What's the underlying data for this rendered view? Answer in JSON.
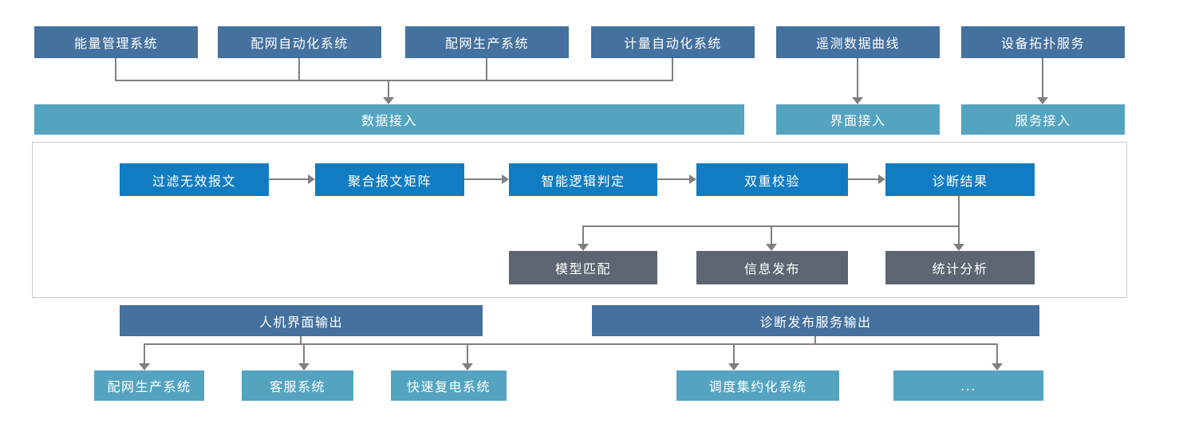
{
  "colors": {
    "source_box": "#44719E",
    "access_box": "#54A4C0",
    "process_box": "#127CC2",
    "result_box": "#5C6571",
    "connector": "#808080",
    "section_border": "#C9C9C9",
    "background": "#FFFFFF",
    "text": "#FFFFFF"
  },
  "diagram": {
    "sources": [
      {
        "label": "能量管理系统"
      },
      {
        "label": "配网自动化系统"
      },
      {
        "label": "配网生产系统"
      },
      {
        "label": "计量自动化系统"
      },
      {
        "label": "遥测数据曲线"
      },
      {
        "label": "设备拓扑服务"
      }
    ],
    "access": [
      {
        "label": "数据接入"
      },
      {
        "label": "界面接入"
      },
      {
        "label": "服务接入"
      }
    ],
    "pipeline": [
      {
        "label": "过滤无效报文"
      },
      {
        "label": "聚合报文矩阵"
      },
      {
        "label": "智能逻辑判定"
      },
      {
        "label": "双重校验"
      },
      {
        "label": "诊断结果"
      }
    ],
    "results": [
      {
        "label": "模型匹配"
      },
      {
        "label": "信息发布"
      },
      {
        "label": "统计分析"
      }
    ],
    "outputs": [
      {
        "label": "人机界面输出"
      },
      {
        "label": "诊断发布服务输出"
      }
    ],
    "consumers": [
      {
        "label": "配网生产系统"
      },
      {
        "label": "客服系统"
      },
      {
        "label": "快速复电系统"
      },
      {
        "label": "调度集约化系统"
      },
      {
        "label": "..."
      }
    ]
  }
}
